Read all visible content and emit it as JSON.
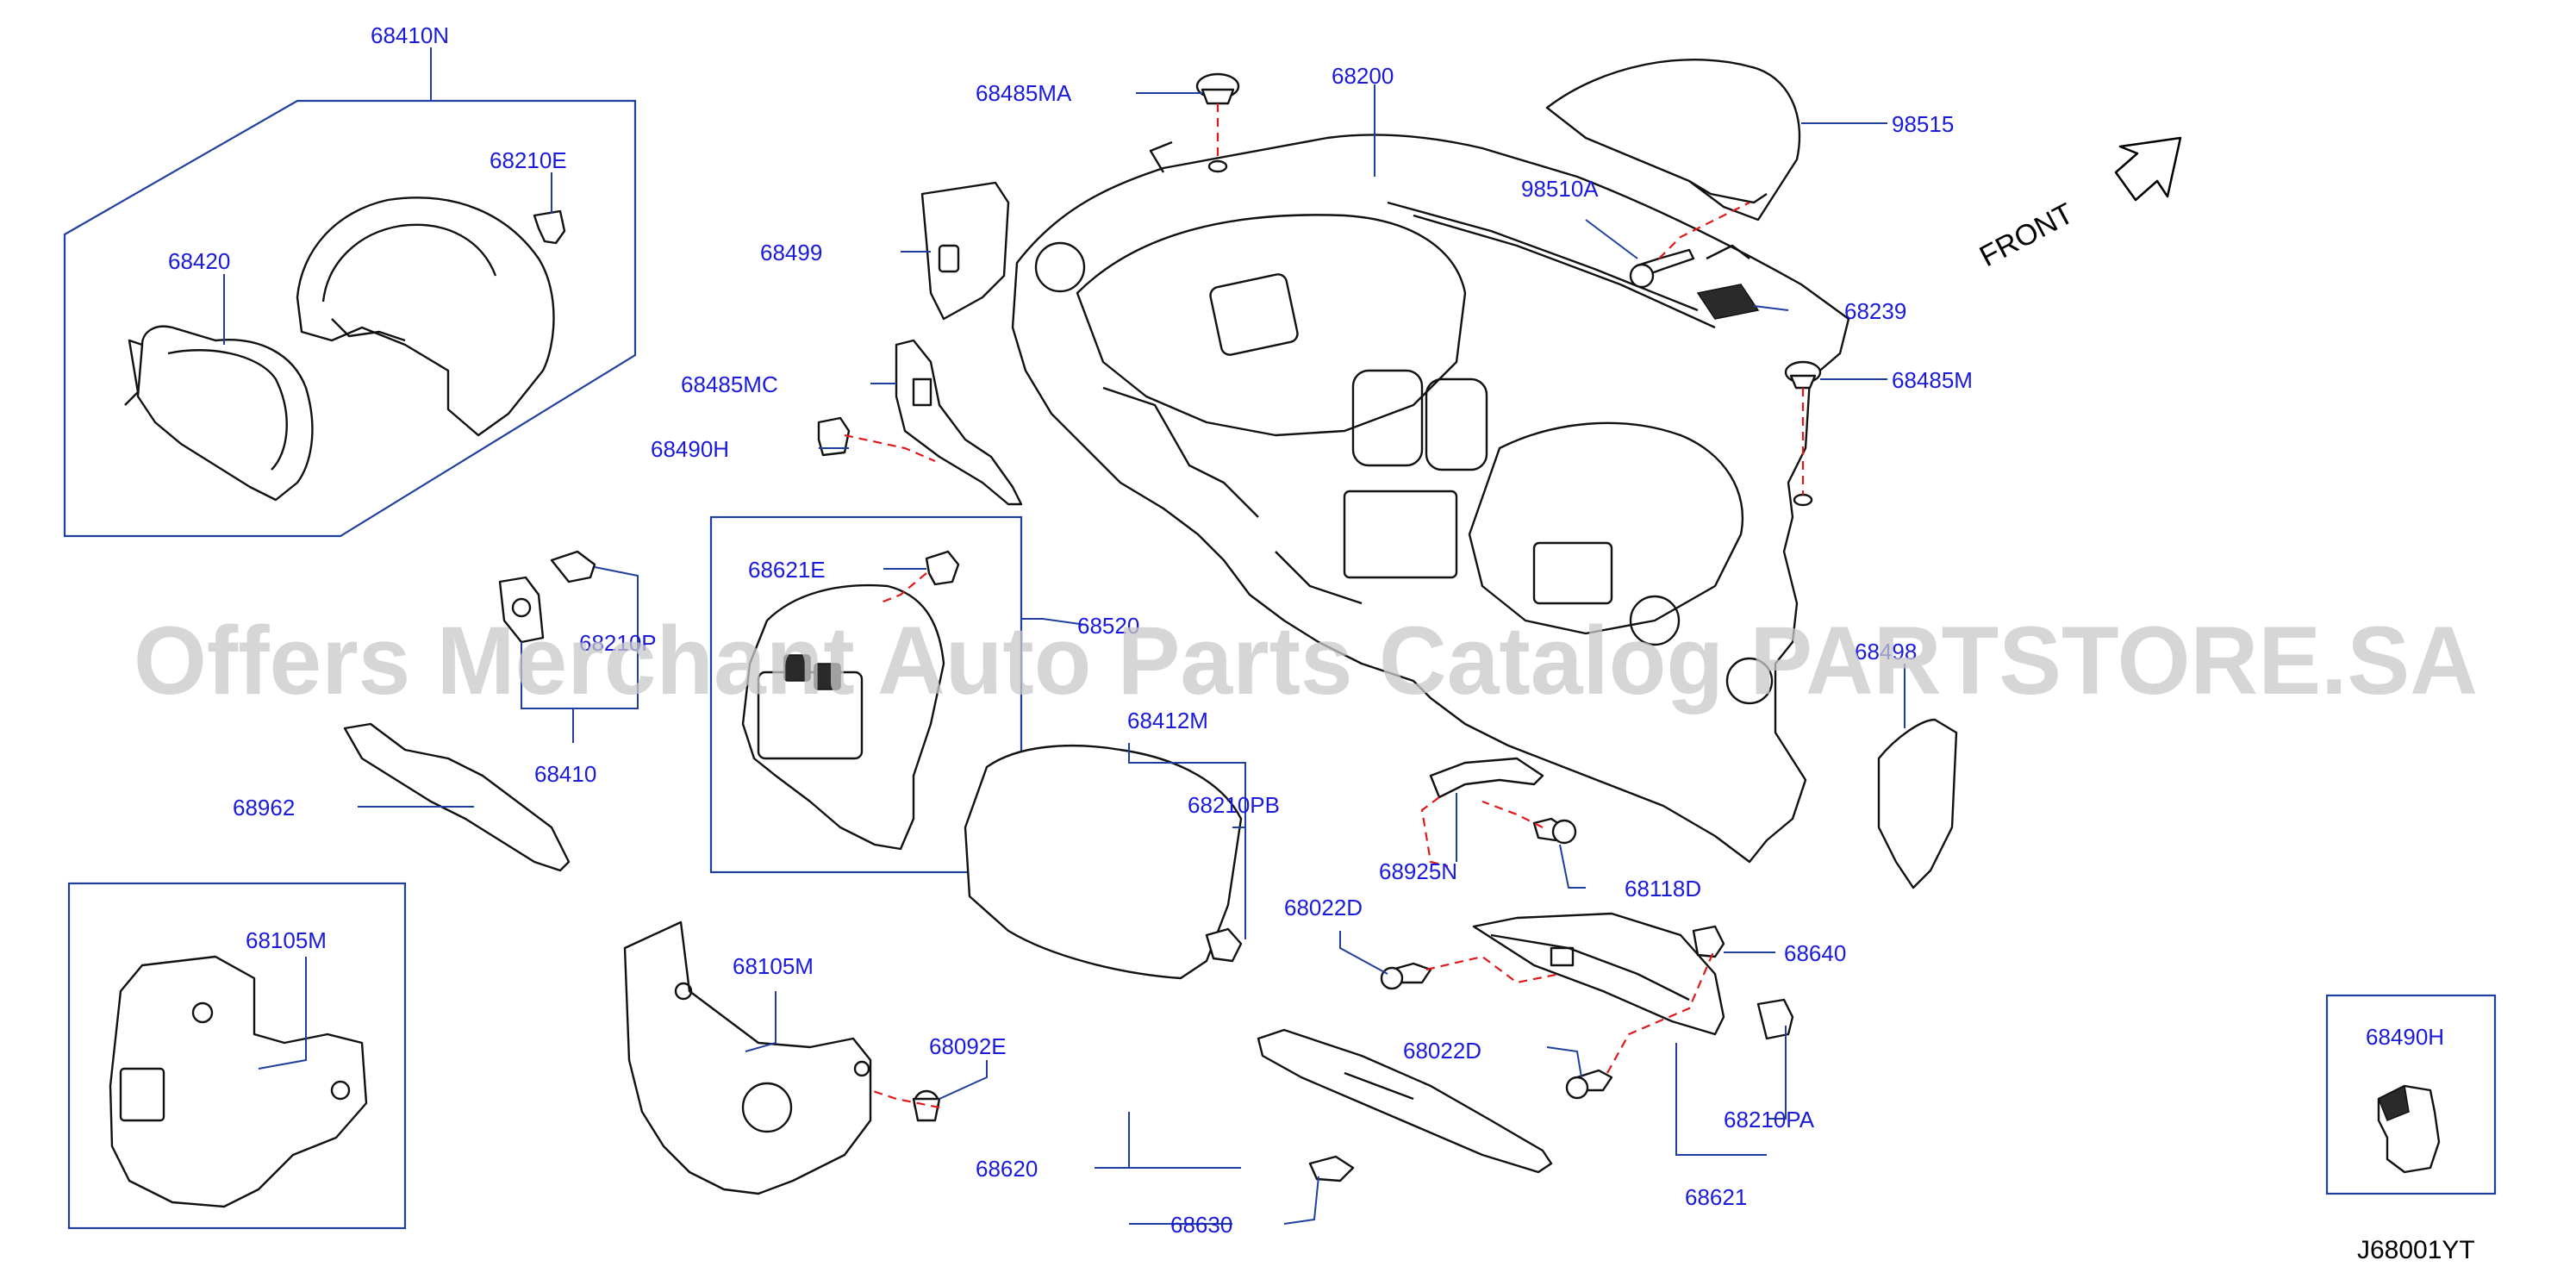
{
  "labels": {
    "p68410N": "68410N",
    "p68210E": "68210E",
    "p68420": "68420",
    "p68485MA": "68485MA",
    "p68200": "68200",
    "p98515": "98515",
    "p98510A": "98510A",
    "p68239": "68239",
    "p68485M": "68485M",
    "p68499": "68499",
    "p68485MC": "68485MC",
    "p68490H_main": "68490H",
    "p68621E": "68621E",
    "p68520": "68520",
    "p68210P": "68210P",
    "p68410": "68410",
    "p68498": "68498",
    "p68962": "68962",
    "p68412M": "68412M",
    "p68210PB": "68210PB",
    "p68925N": "68925N",
    "p68118D": "68118D",
    "p68022D_a": "68022D",
    "p68640": "68640",
    "p68105M_box": "68105M",
    "p68105M": "68105M",
    "p68092E": "68092E",
    "p68022D_b": "68022D",
    "p68210PA": "68210PA",
    "p68620": "68620",
    "p68621": "68621",
    "p68630": "68630",
    "p68490H_inset": "68490H"
  },
  "front_label": "FRONT",
  "diagram_ref": "J68001YT",
  "watermark": "Offers Merchant Auto Parts Catalog PARTSTORE.SA",
  "colors": {
    "label": "#1a1adb",
    "leader": "#1e3f9e",
    "dashed_link": "#e01818",
    "part_outline": "#111111",
    "watermark": "#c9c9c9"
  }
}
